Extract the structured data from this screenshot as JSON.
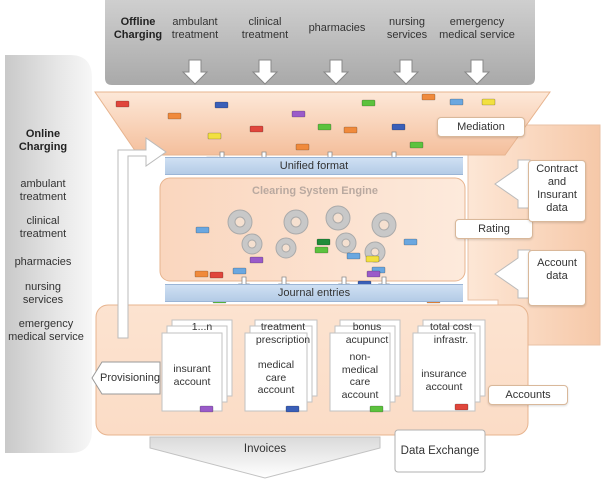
{
  "offline": {
    "title": "Offline\nCharging",
    "services": [
      "ambulant\ntreatment",
      "clinical\ntreatment",
      "pharmacies",
      "nursing\nservices",
      "emergency\nmedical service"
    ]
  },
  "online": {
    "title": "Online\nCharging",
    "services": [
      "ambulant\ntreatment",
      "clinical\ntreatment",
      "pharmacies",
      "nursing\nservices",
      "emergency\nmedical service"
    ]
  },
  "layers": {
    "mediation": "Mediation",
    "unified_format": "Unified format",
    "engine": "Clearing System Engine",
    "rating": "Rating",
    "journal": "Journal entries",
    "provisioning": "Provisioning",
    "accounts": "Accounts"
  },
  "right_inputs": {
    "contract": "Contract\nand\nInsurant\ndata",
    "account": "Account\ndata"
  },
  "account_cards": [
    {
      "back": "1...n",
      "front": "insurant\naccount"
    },
    {
      "back": "treatment\nprescription",
      "front": "medical\ncare\naccount"
    },
    {
      "back": "bonus\nacupunct",
      "front": "non-\nmedical\ncare\naccount"
    },
    {
      "back": "total cost\ninfrastr.",
      "front": "insurance\naccount"
    }
  ],
  "outputs": {
    "invoices": "Invoices",
    "data_exchange": "Data Exchange"
  },
  "colors": {
    "peach_top": "#fbdcc4",
    "peach_bottom": "#f3b893",
    "band_blue": "#bcd2ec",
    "panel_grey": "#b9b9b9",
    "chip_red": "#e0463c",
    "chip_orange": "#f08a3c",
    "chip_blue": "#3a5fb8",
    "chip_yellow": "#f2e040",
    "chip_green": "#5cc23e",
    "chip_purple": "#9a5bc9",
    "chip_lightblue": "#6aa7e0",
    "chip_darkgreen": "#208c3a"
  }
}
